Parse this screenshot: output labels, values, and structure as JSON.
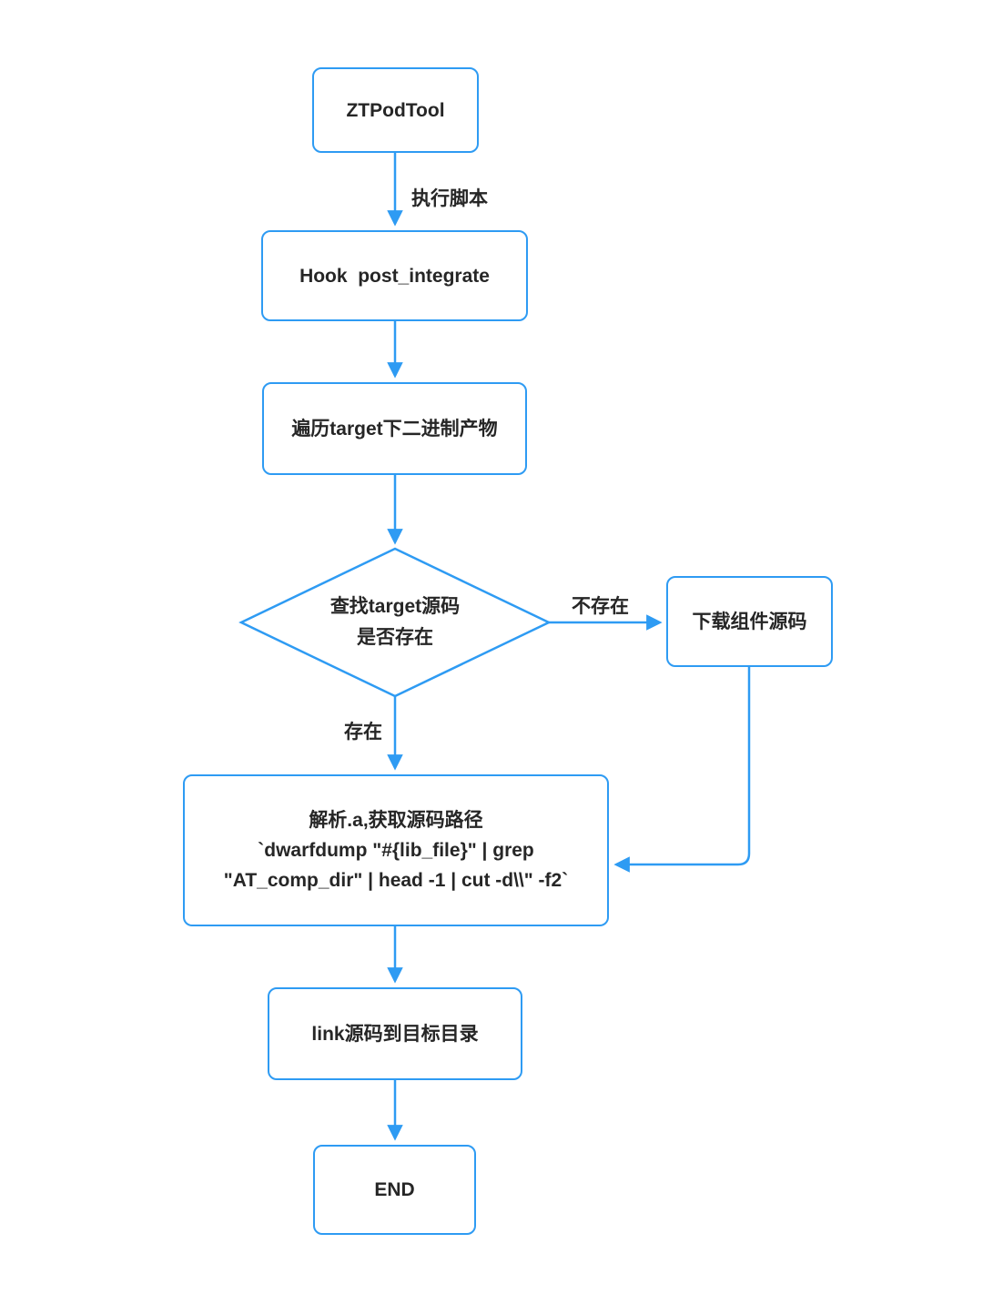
{
  "diagram": {
    "accent_color": "#2E9BF3",
    "background_color": "#FFFFFF",
    "text_color": "#262626",
    "nodes": {
      "start": {
        "label": "ZTPodTool"
      },
      "hook": {
        "label": "Hook  post_integrate"
      },
      "traverse": {
        "label": "遍历target下二进制产物"
      },
      "decision": {
        "lines": [
          "查找target源码",
          "是否存在"
        ]
      },
      "download": {
        "label": "下载组件源码"
      },
      "parse": {
        "lines": [
          "解析.a,获取源码路径",
          "`dwarfdump \"#{lib_file}\" | grep",
          "\"AT_comp_dir\" | head -1 | cut -d\\\\\" -f2`"
        ]
      },
      "link": {
        "label": "link源码到目标目录"
      },
      "end": {
        "label": "END"
      }
    },
    "edge_labels": {
      "execute": "执行脚本",
      "not_exists": "不存在",
      "exists": "存在"
    }
  }
}
